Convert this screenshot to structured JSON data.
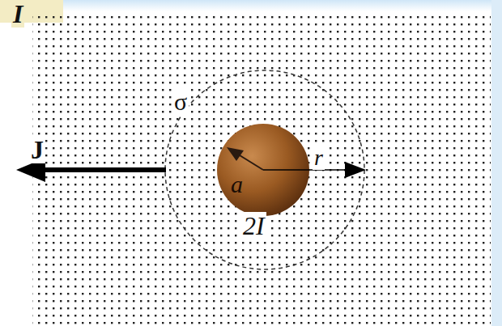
{
  "diagram": {
    "labels": [
      "I",
      "σ",
      "J",
      "a",
      "r",
      "2I"
    ]
  }
}
